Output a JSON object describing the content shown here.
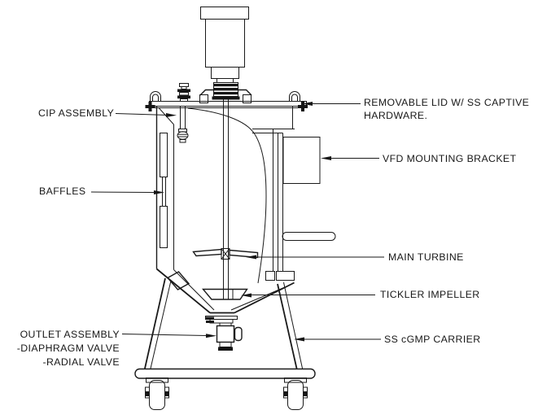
{
  "diagram": {
    "colors": {
      "line": "#1a1a1a",
      "background": "#ffffff"
    },
    "callouts": [
      {
        "id": "cip-assembly",
        "lines": [
          "CIP ASSEMBLY"
        ]
      },
      {
        "id": "baffles",
        "lines": [
          "BAFFLES"
        ]
      },
      {
        "id": "removable-lid",
        "lines": [
          "REMOVABLE LID W/ SS CAPTIVE",
          "HARDWARE."
        ]
      },
      {
        "id": "vfd-mounting-bracket",
        "lines": [
          "VFD MOUNTING BRACKET"
        ]
      },
      {
        "id": "main-turbine",
        "lines": [
          "MAIN TURBINE"
        ]
      },
      {
        "id": "tickler-impeller",
        "lines": [
          "TICKLER IMPELLER"
        ]
      },
      {
        "id": "ss-cgmp-carrier",
        "lines": [
          "SS cGMP CARRIER"
        ]
      },
      {
        "id": "outlet-assembly",
        "lines": [
          "OUTLET ASSEMBLY",
          "-DIAPHRAGM VALVE",
          "-RADIAL VALVE"
        ]
      }
    ]
  }
}
